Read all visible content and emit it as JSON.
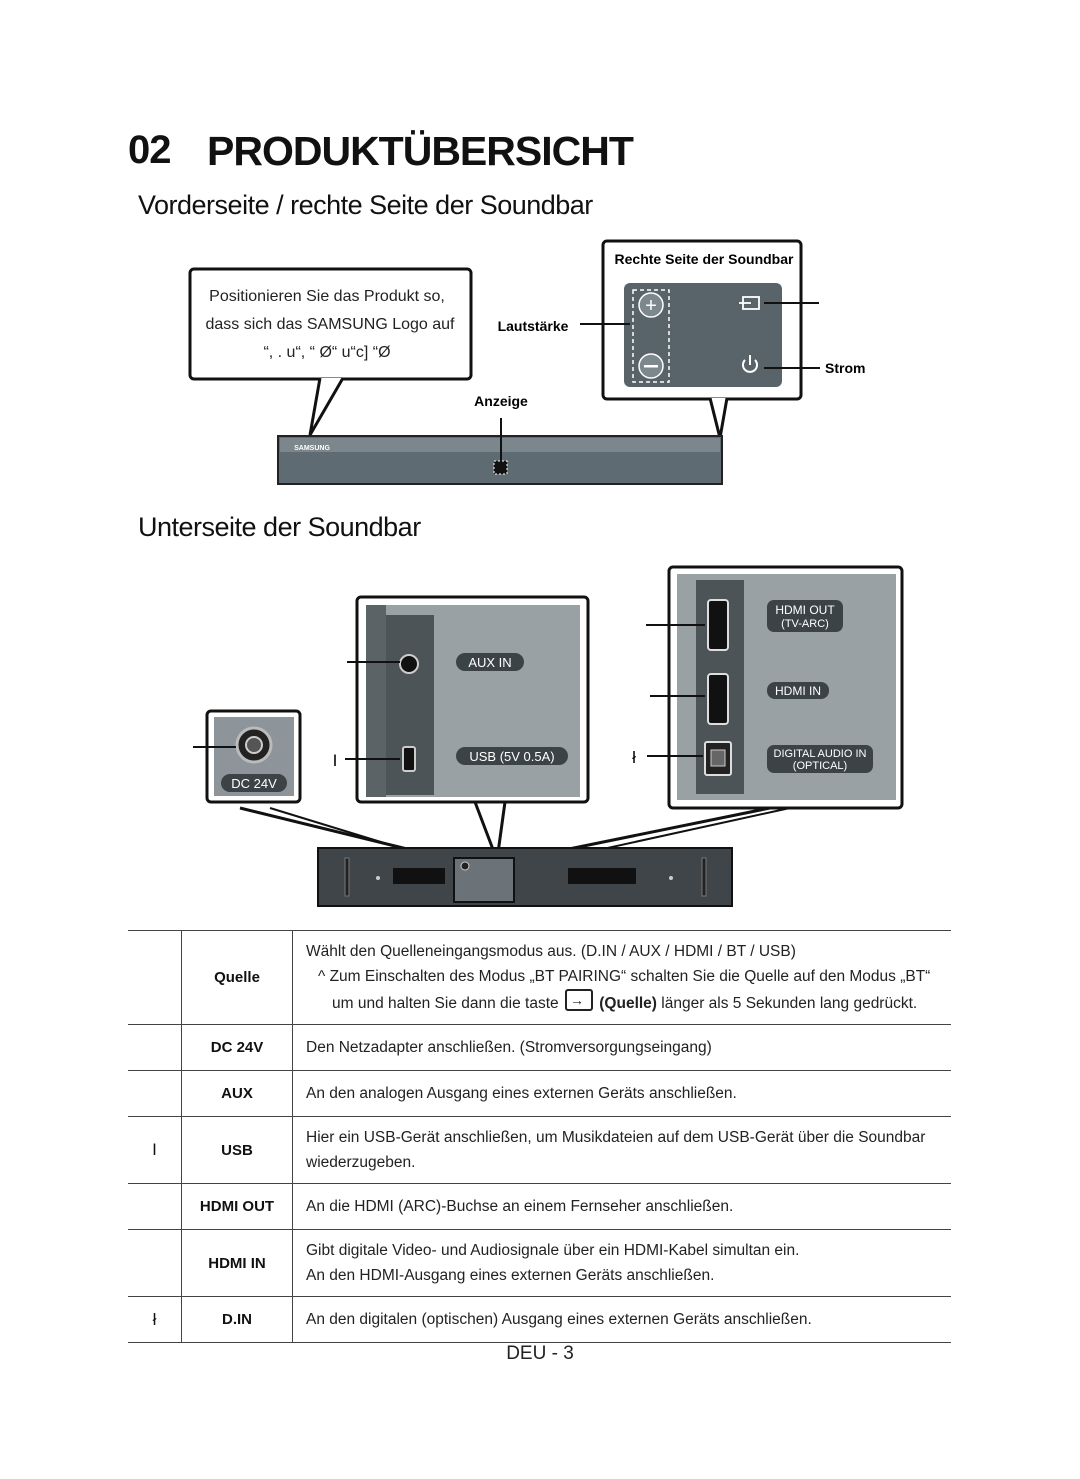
{
  "chapter": {
    "number": "02",
    "title": "PRODUKTÜBERSICHT"
  },
  "front": {
    "heading": "Vorderseite / rechte Seite der Soundbar",
    "callout_lines": [
      "Positionieren Sie das Produkt so,",
      "dass sich das SAMSUNG Logo auf",
      "“, . u“, “ Ø“ u“c] “Ø"
    ],
    "right_side_label": "Rechte Seite der Soundbar",
    "volume_label": "Lautstärke",
    "power_label": "Strom",
    "indicator_label": "Anzeige",
    "logo": "SAMSUNG"
  },
  "bottom": {
    "heading": "Unterseite der Soundbar",
    "dc_label": "DC 24V",
    "aux_label": "AUX IN",
    "usb_label": "USB (5V 0.5A)",
    "hdmi_out_label": [
      "HDMI OUT",
      "(TV-ARC)"
    ],
    "hdmi_in_label": "HDMI IN",
    "digital_label": [
      "DIGITAL AUDIO IN",
      "(OPTICAL)"
    ],
    "usb_marker": "I",
    "digital_marker": "ł"
  },
  "table": [
    {
      "num": "",
      "name": "Quelle",
      "lines": [
        "Wählt den Quelleneingangsmodus aus. (D.IN / AUX / HDMI / BT / USB)"
      ],
      "note_prefix": "^ Zum Einschalten des Modus „BT PAIRING“ schalten Sie die Quelle auf den Modus „BT“",
      "note_cont_before": "um und halten Sie dann die taste",
      "note_cont_bold": "(Quelle)",
      "note_cont_after": "länger als 5 Sekunden lang gedrückt."
    },
    {
      "num": "",
      "name": "DC 24V",
      "lines": [
        "Den Netzadapter anschließen. (Stromversorgungseingang)"
      ]
    },
    {
      "num": "",
      "name": "AUX",
      "lines": [
        "An den analogen Ausgang eines externen Geräts anschließen."
      ]
    },
    {
      "num": "I",
      "name": "USB",
      "lines": [
        "Hier ein USB-Gerät anschließen, um Musikdateien auf dem USB-Gerät über die Soundbar",
        "wiederzugeben."
      ]
    },
    {
      "num": "",
      "name": "HDMI OUT",
      "lines": [
        "An die HDMI (ARC)-Buchse an einem Fernseher anschließen."
      ]
    },
    {
      "num": "",
      "name": "HDMI IN",
      "lines": [
        "Gibt digitale Video- und Audiosignale über ein HDMI-Kabel simultan ein.",
        "An den HDMI-Ausgang eines externen Geräts anschließen."
      ]
    },
    {
      "num": "ł",
      "name": "D.IN",
      "lines": [
        "An den digitalen (optischen) Ausgang eines externen Geräts anschließen."
      ]
    }
  ],
  "page_number": "DEU - 3"
}
